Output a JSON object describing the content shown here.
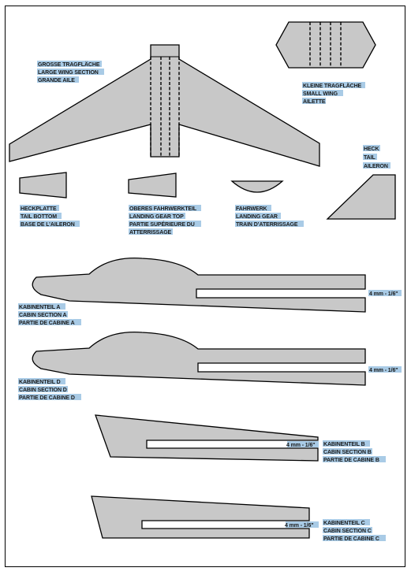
{
  "parts": {
    "large_wing": [
      "GROSSE TRAGFLÄCHE",
      "LARGE WING SECTION",
      "GRANDE AILE"
    ],
    "small_wing": [
      "KLEINE TRAGFLÄCHE",
      "SMALL WING",
      "AILETTE"
    ],
    "tail": [
      "HECK",
      "TAIL",
      "AILERON"
    ],
    "tail_bottom": [
      "HECKPLATTE",
      "TAIL BOTTOM",
      "BASE DE L’AILERON"
    ],
    "landing_gear_top": [
      "OBERES FAHRWERKTEIL",
      "LANDING GEAR TOP",
      "PARTIE SUPÉRIEURE DU",
      "ATTERRISSAGE"
    ],
    "landing_gear": [
      "FAHRWERK",
      "LANDING GEAR",
      "TRAIN D’ATERRISSAGE"
    ],
    "cabin_a": [
      "KABINENTEIL A",
      "CABIN SECTION A",
      "PARTIE DE CABINE A"
    ],
    "cabin_d": [
      "KABINENTEIL D",
      "CABIN SECTION D",
      "PARTIE DE CABINE D"
    ],
    "cabin_b": [
      "KABINENTEIL B",
      "CABIN SECTION B",
      "PARTIE DE CABINE B"
    ],
    "cabin_c": [
      "KABINENTEIL C",
      "CABIN SECTION C",
      "PARTIE DE CABINE C"
    ]
  },
  "slot_widths": {
    "cabin_a": "4 mm - 1/6\"",
    "cabin_d": "4 mm - 1/6\"",
    "cabin_b": "4 mm - 1/6\"",
    "cabin_c": "4 mm - 1/6\""
  }
}
